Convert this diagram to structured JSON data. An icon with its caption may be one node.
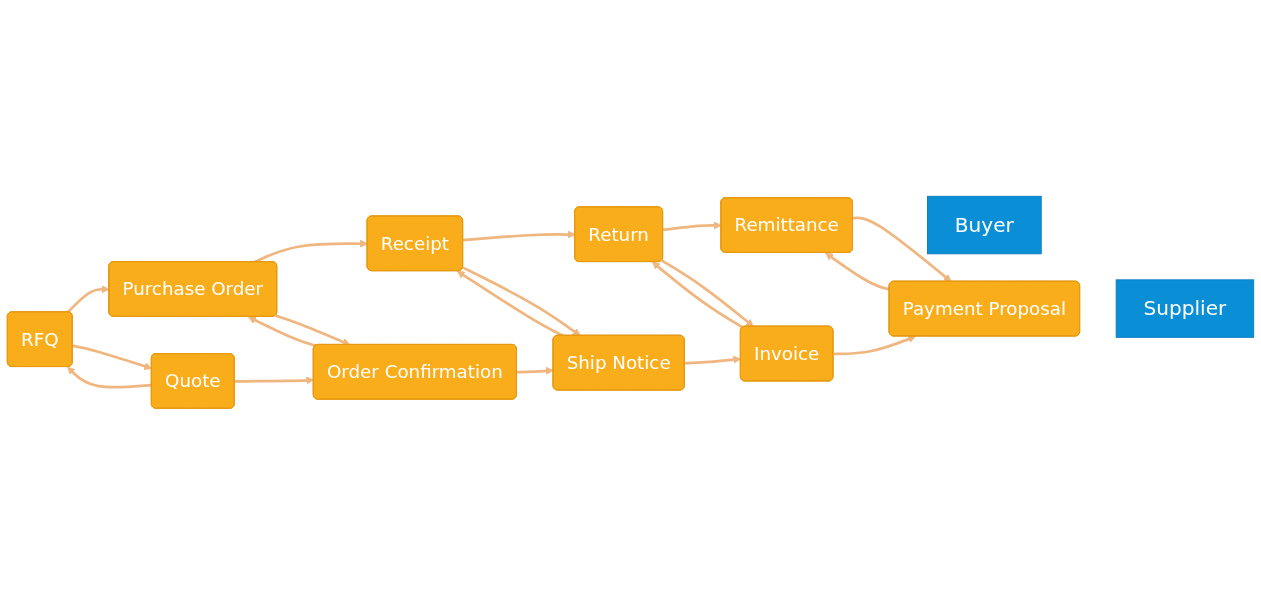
{
  "diagram": {
    "nodes": [
      {
        "text": [
          "Buyer"
        ]
      },
      {
        "text": [
          "RFQ"
        ]
      },
      {
        "text": [
          "Purchase Order"
        ]
      },
      {
        "text": [
          "Receipt"
        ]
      },
      {
        "text": [
          "Return"
        ]
      },
      {
        "text": [
          "Remittance"
        ]
      },
      {
        "text": [
          "Quote"
        ]
      },
      {
        "text": [
          "Order Confirmation"
        ]
      },
      {
        "text": [
          "Ship Notice"
        ]
      },
      {
        "text": [
          "Invoice"
        ]
      },
      {
        "text": [
          "Payment Proposal"
        ]
      },
      {
        "text": [
          "Supplier"
        ]
      }
    ],
    "edges": [
      {
        "from": 1,
        "to": 2,
        "arrow": "to"
      },
      {
        "from": 2,
        "to": 3,
        "arrow": "to"
      },
      {
        "from": 3,
        "to": 4,
        "arrow": "to"
      },
      {
        "from": 4,
        "to": 5,
        "arrow": "to"
      },
      {
        "from": 6,
        "to": 1,
        "arrow": "to"
      },
      {
        "from": 1,
        "to": 6,
        "arrow": "to"
      },
      {
        "from": 7,
        "to": 2,
        "arrow": "to"
      },
      {
        "from": 2,
        "to": 7,
        "arrow": "to"
      },
      {
        "from": 8,
        "to": 3,
        "arrow": "to"
      },
      {
        "from": 3,
        "to": 8,
        "arrow": "to"
      },
      {
        "from": 9,
        "to": 4,
        "arrow": "to"
      },
      {
        "from": 4,
        "to": 9,
        "arrow": "to"
      },
      {
        "from": 10,
        "to": 5,
        "arrow": "to"
      },
      {
        "from": 5,
        "to": 10,
        "arrow": "to"
      },
      {
        "from": 6,
        "to": 7,
        "arrow": "to"
      },
      {
        "from": 7,
        "to": 8,
        "arrow": "to"
      },
      {
        "from": 8,
        "to": 9,
        "arrow": "to"
      },
      {
        "from": 9,
        "to": 10,
        "arrow": "to"
      }
    ]
  }
}
